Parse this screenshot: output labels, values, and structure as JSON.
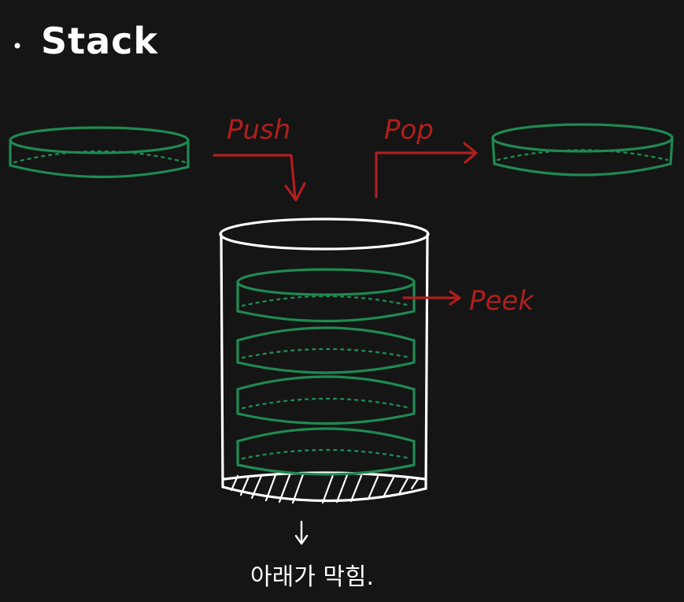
{
  "title": "Stack",
  "labels": {
    "push": "Push",
    "pop": "Pop",
    "peek": "Peek"
  },
  "note": "아래가 막힘.",
  "colors": {
    "background": "#151515",
    "disk": "#1f8a52",
    "operation": "#b01e1e",
    "container": "#ffffff"
  }
}
